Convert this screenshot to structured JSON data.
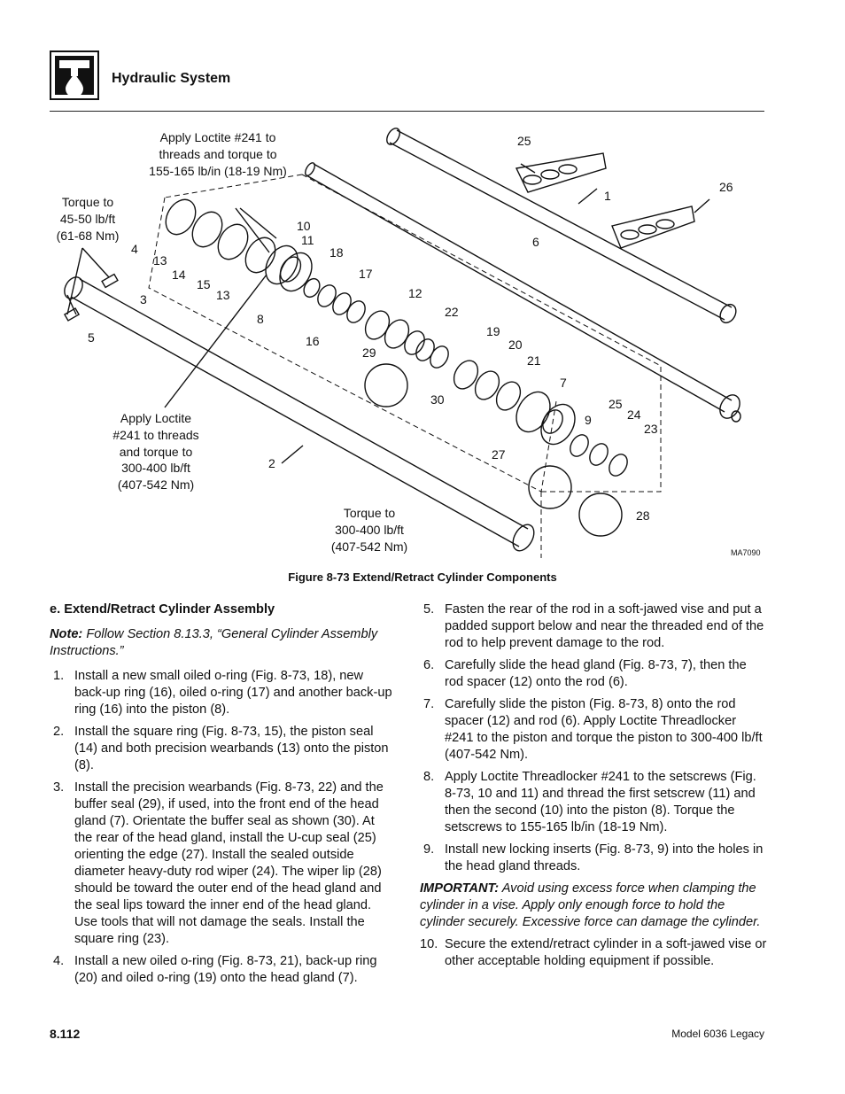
{
  "header": {
    "section_title": "Hydraulic System"
  },
  "figure": {
    "callouts": {
      "loctite_setscrew": [
        "Apply Loctite #241 to",
        "threads and torque to",
        "155-165 lb/in (18-19 Nm)"
      ],
      "torque_fitting": [
        "Torque to",
        "45-50 lb/ft",
        "(61-68 Nm)"
      ],
      "loctite_piston": [
        "Apply Loctite",
        "#241 to threads",
        "and torque to",
        "300-400 lb/ft",
        "(407-542 Nm)"
      ],
      "torque_gland": [
        "Torque to",
        "300-400 lb/ft",
        "(407-542 Nm)"
      ]
    },
    "part_numbers": [
      "1",
      "2",
      "3",
      "4",
      "5",
      "6",
      "7",
      "8",
      "9",
      "10",
      "11",
      "12",
      "13",
      "13",
      "14",
      "15",
      "16",
      "17",
      "18",
      "19",
      "20",
      "21",
      "22",
      "23",
      "24",
      "25",
      "25",
      "26",
      "27",
      "28",
      "29",
      "30"
    ],
    "drawing_id": "MA7090",
    "caption": "Figure 8-73  Extend/Retract Cylinder Components"
  },
  "body": {
    "subheading": "e.  Extend/Retract Cylinder Assembly",
    "note_label": "Note:",
    "note_text": "  Follow Section 8.13.3, “General Cylinder Assembly Instructions.”",
    "steps_left": [
      {
        "num": "1.",
        "text": "Install a new small oiled o-ring (Fig. 8-73, 18), new back-up ring (16), oiled o-ring (17) and another back-up ring (16) into the piston (8)."
      },
      {
        "num": "2.",
        "text": "Install the square ring (Fig. 8-73, 15), the piston seal (14) and both precision wearbands (13) onto the piston (8)."
      },
      {
        "num": "3.",
        "text": "Install the precision wearbands (Fig. 8-73, 22) and the buffer seal (29), if used, into the front end of the head gland (7). Orientate the buffer seal as shown (30). At the rear of the head gland, install the U-cup seal (25) orienting the edge (27). Install the sealed outside diameter heavy-duty rod wiper (24). The wiper lip (28) should be toward the outer end of the head gland and the seal lips toward the inner end of the head gland. Use tools that will not damage the seals. Install the square ring (23)."
      },
      {
        "num": "4.",
        "text": "Install a new oiled o-ring (Fig. 8-73, 21), back-up ring (20) and oiled o-ring (19) onto the head gland (7)."
      }
    ],
    "steps_right": [
      {
        "num": "5.",
        "text": "Fasten the rear of the rod in a soft-jawed vise and put a padded support below and near the threaded end of the rod to help prevent damage to the rod."
      },
      {
        "num": "6.",
        "text": "Carefully slide the head gland (Fig. 8-73, 7), then the rod spacer (12) onto the rod (6)."
      },
      {
        "num": "7.",
        "text": "Carefully slide the piston (Fig. 8-73, 8) onto the rod spacer (12) and rod (6). Apply Loctite Threadlocker #241 to the piston and torque the piston to 300-400 lb/ft (407-542 Nm)."
      },
      {
        "num": "8.",
        "text": "Apply Loctite Threadlocker #241 to the setscrews (Fig. 8-73, 10 and 11) and thread the first setscrew (11) and then the second (10) into the piston (8). Torque the setscrews to 155-165 lb/in (18-19 Nm)."
      },
      {
        "num": "9.",
        "text": "Install new locking inserts (Fig. 8-73, 9) into the holes in the head gland threads."
      }
    ],
    "important_label": "IMPORTANT:",
    "important_text": "  Avoid using excess force when clamping the cylinder in a vise. Apply only enough force to hold the cylinder securely. Excessive force can damage the cylinder.",
    "step_10": {
      "num": "10.",
      "text": "Secure the extend/retract cylinder in a soft-jawed vise or other acceptable holding equipment if possible."
    }
  },
  "footer": {
    "page_number": "8.112",
    "model": "Model  6036 Legacy"
  }
}
